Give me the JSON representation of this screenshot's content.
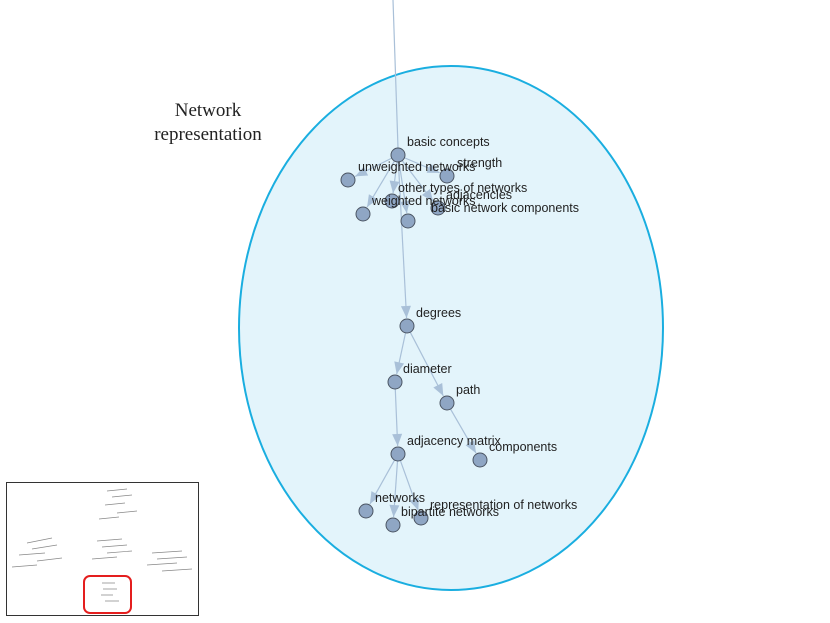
{
  "cluster": {
    "label": "Network representation",
    "fill_color": "#e3f4fb",
    "border_color": "#1aaee0"
  },
  "colors": {
    "node_fill": "#8fa6c4",
    "edge": "#a9c0d8",
    "minimap_viewport": "#e41e1e"
  },
  "nodes": [
    {
      "id": "basic-concepts",
      "label": "basic concepts"
    },
    {
      "id": "unweighted-networks",
      "label": "unweighted networks"
    },
    {
      "id": "strength",
      "label": "strength"
    },
    {
      "id": "other-types-of-networks",
      "label": "other types of networks"
    },
    {
      "id": "adjacencies",
      "label": "adjacencies"
    },
    {
      "id": "weighted-networks",
      "label": "weighted networks"
    },
    {
      "id": "basic-network-components",
      "label": "basic network components"
    },
    {
      "id": "degrees",
      "label": "degrees"
    },
    {
      "id": "diameter",
      "label": "diameter"
    },
    {
      "id": "path",
      "label": "path"
    },
    {
      "id": "adjacency-matrix",
      "label": "adjacency matrix"
    },
    {
      "id": "components",
      "label": "components"
    },
    {
      "id": "networks",
      "label": "networks"
    },
    {
      "id": "representation-of-networks",
      "label": "representation of networks"
    },
    {
      "id": "bipartite-networks",
      "label": "bipartite networks"
    }
  ],
  "edges": [
    [
      "basic-concepts",
      "unweighted-networks"
    ],
    [
      "basic-concepts",
      "strength"
    ],
    [
      "basic-concepts",
      "other-types-of-networks"
    ],
    [
      "basic-concepts",
      "adjacencies"
    ],
    [
      "basic-concepts",
      "weighted-networks"
    ],
    [
      "basic-concepts",
      "basic-network-components"
    ],
    [
      "basic-concepts",
      "degrees"
    ],
    [
      "degrees",
      "diameter"
    ],
    [
      "degrees",
      "path"
    ],
    [
      "diameter",
      "adjacency-matrix"
    ],
    [
      "path",
      "components"
    ],
    [
      "adjacency-matrix",
      "networks"
    ],
    [
      "adjacency-matrix",
      "representation-of-networks"
    ],
    [
      "adjacency-matrix",
      "bipartite-networks"
    ]
  ]
}
